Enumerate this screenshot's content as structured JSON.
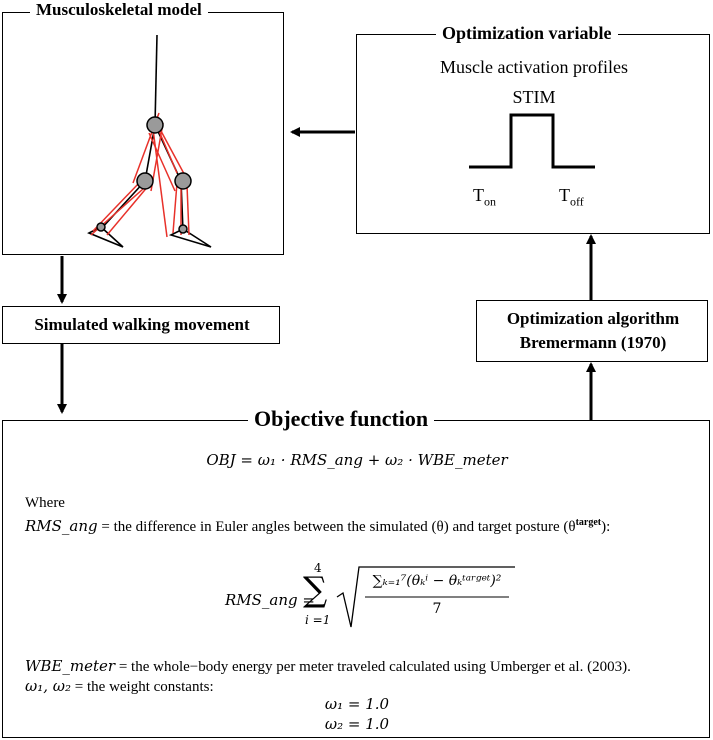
{
  "boxes": {
    "musculoskeletal": {
      "title": "Musculoskeletal model"
    },
    "optimization_variable": {
      "title": "Optimization variable",
      "line1": "Muscle activation profiles",
      "line2": "STIM",
      "t_on": "T",
      "t_on_sub": "on",
      "t_off": "T",
      "t_off_sub": "off"
    },
    "simulated": {
      "label": "Simulated walking movement"
    },
    "algorithm": {
      "line1": "Optimization algorithm",
      "line2": "Bremermann (1970)"
    },
    "objective": {
      "title": "Objective function",
      "obj_formula": "OBJ = ω₁ · RMS_ang + ω₂ · WBE_meter",
      "where": "Where",
      "rms_def_symbol": "RMS_ang",
      "rms_def_text": " = the difference in Euler angles between the simulated (θ) and target posture (θ",
      "rms_def_sup": "target",
      "rms_def_close": "):",
      "rms_formula_lhs": "RMS_ang =",
      "sum_upper": "4",
      "sum_lower": "i =1",
      "inner_numerator": "∑ₖ₌₁⁷(θₖⁱ − θₖᵗᵃʳᵍᵉᵗ)²",
      "inner_denominator": "7",
      "wbe_symbol": "WBE_meter",
      "wbe_text": " = the whole−body energy per meter traveled calculated using Umberger et al. (2003).",
      "weights_symbol": "ω₁, ω₂",
      "weights_text": " = the weight constants:",
      "w1": "ω₁ = 1.0",
      "w2": "ω₂ = 1.0"
    }
  },
  "colors": {
    "muscle": "#e8312a",
    "joint": "#9a9a9a",
    "line": "#000000"
  }
}
